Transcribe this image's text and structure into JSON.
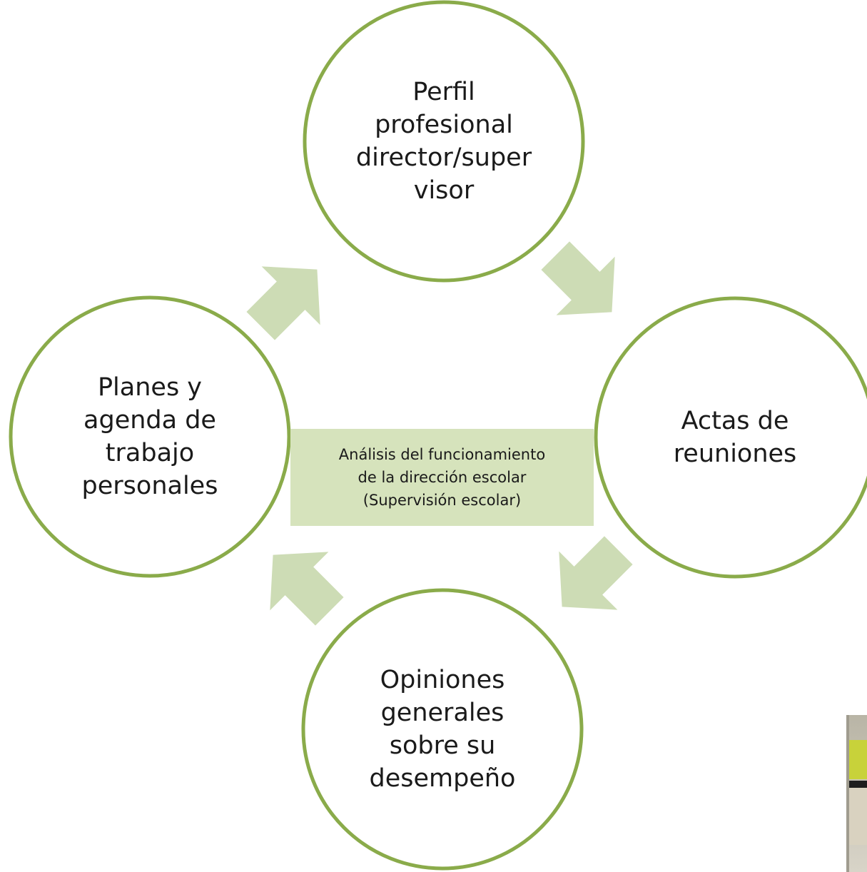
{
  "center_label": "Análisis del funcionamiento\nde la dirección escolar\n(Supervisión escolar)",
  "nodes": {
    "top": "Perfil\nprofesional\ndirector/super\nvisor",
    "right": "Actas de\nreuniones",
    "bottom": "Opiniones\ngenerales\nsobre su\ndesempeño",
    "left": "Planes y\nagenda de\ntrabajo\npersonales"
  },
  "colors": {
    "circle_stroke": "#8aab4a",
    "arrow_fill": "#cddcb5",
    "center_fill": "#d6e3bc",
    "text": "#1a1a1a"
  },
  "icons": {
    "corner_photo": "partial-photo-thumbnail"
  }
}
